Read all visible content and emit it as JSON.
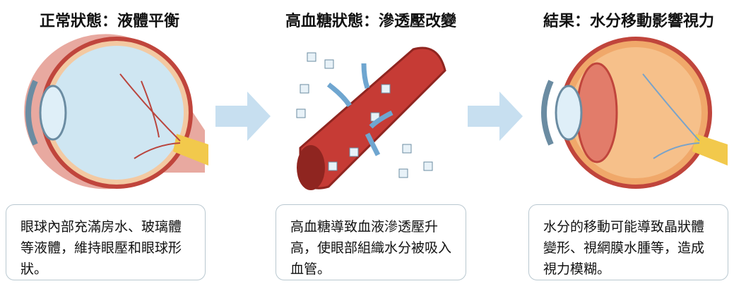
{
  "panels": [
    {
      "title": "正常狀態：液體平衡",
      "description": "眼球內部充滿房水、玻璃體等液體，維持眼壓和眼球形狀。"
    },
    {
      "title": "高血糖狀態：滲透壓改變",
      "description": "高血糖導致血液滲透壓升高，使眼部組織水分被吸入血管。"
    },
    {
      "title": "結果：水分移動影響視力",
      "description": "水分的移動可能導致晶狀體變形、視網膜水腫等，造成視力模糊。"
    }
  ]
}
